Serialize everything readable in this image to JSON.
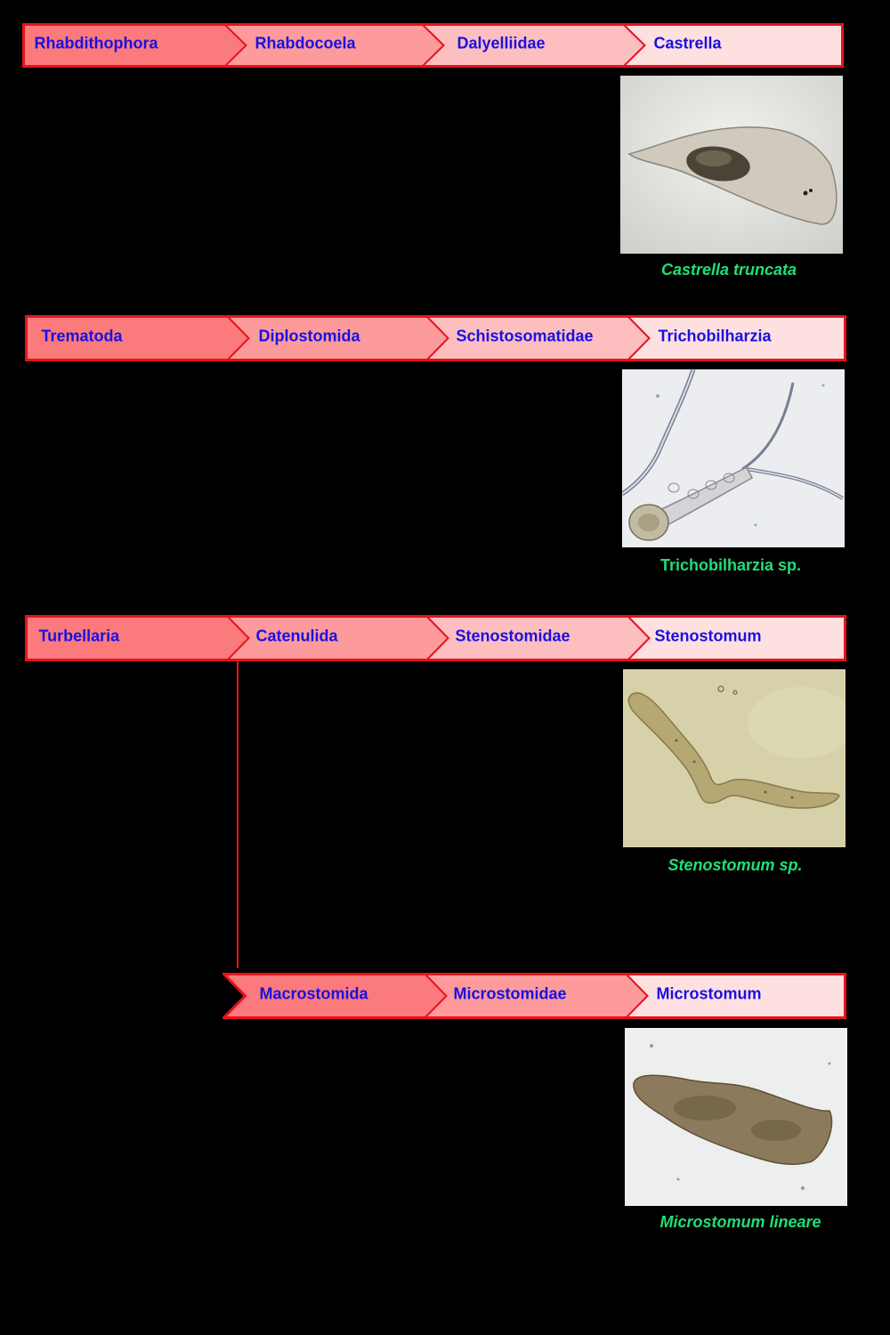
{
  "colors": {
    "background": "#000000",
    "border": "#e8121c",
    "label": "#1a10e0",
    "caption": "#22dd77",
    "segment_fills": [
      "#fb7a7c",
      "#fc9a9c",
      "#fdbec0",
      "#fee0e1"
    ]
  },
  "lineages": [
    {
      "ranks": [
        "Rhabdithophora",
        "Rhabdocoela",
        "Dalyelliidae",
        "Castrella"
      ],
      "specimen_caption": "Castrella truncata"
    },
    {
      "ranks": [
        "Trematoda",
        "Diplostomida",
        "Schistosomatidae",
        "Trichobilharzia"
      ],
      "specimen_caption": "Trichobilharzia sp."
    },
    {
      "ranks": [
        "Turbellaria",
        "Catenulida",
        "Stenostomidae",
        "Stenostomum"
      ],
      "specimen_caption": "Stenostomum sp."
    },
    {
      "ranks": [
        "Macrostomida",
        "Microstomidae",
        "Microstomum"
      ],
      "specimen_caption": "Microstomum lineare"
    }
  ]
}
